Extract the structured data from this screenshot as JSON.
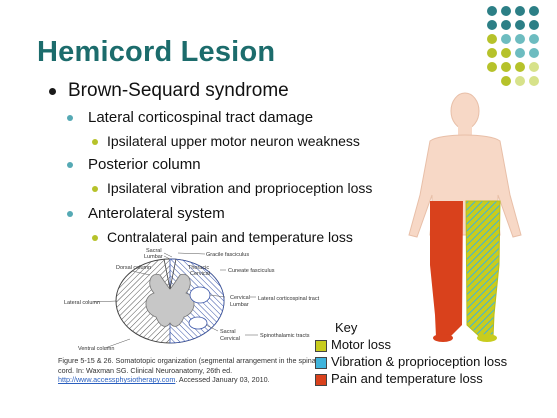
{
  "slide": {
    "title": "Hemicord Lesion",
    "bullets": [
      {
        "level": 1,
        "text": "Brown-Sequard syndrome"
      },
      {
        "level": 2,
        "text": "Lateral corticospinal tract damage"
      },
      {
        "level": 3,
        "text": "Ipsilateral upper motor neuron weakness"
      },
      {
        "level": 2,
        "text": "Posterior column"
      },
      {
        "level": 3,
        "text": "Ipsilateral vibration and proprioception loss"
      },
      {
        "level": 2,
        "text": "Anterolateral system"
      },
      {
        "level": 3,
        "text": "Contralateral pain and temperature loss"
      }
    ]
  },
  "cord_figure": {
    "labels": {
      "sacral_top": "Sacral",
      "lumbar_top": "Lumbar",
      "gracile": "Gracile fasciculus",
      "dorsal_column": "Dorsal column",
      "thoracic": "Thoracic",
      "cervical_top": "Cervical",
      "cuneate": "Cuneate fasciculus",
      "lateral_column": "Lateral column",
      "cervical_mid": "Cervical",
      "lumbar_mid": "Lumbar",
      "lateral_cst": "Lateral corticospinal tract",
      "sacral_bottom": "Sacral",
      "cervical_bottom": "Cervical",
      "spinothalamic": "Spinothalamic tracts",
      "ventral_column": "Ventral column"
    }
  },
  "caption": {
    "line1": "Figure 5-15 & 26. Somatotopic organization (segmental arrangement in the spinal cord. In: Waxman SG. Clinical Neuroanatomy, 26th ed.",
    "link": "http://www.accessphysiotherapy.com",
    "line2": ". Accessed January 03, 2010."
  },
  "key": {
    "title": "Key",
    "items": [
      {
        "label": "Motor loss",
        "color": "#c8cc1e"
      },
      {
        "label": "Vibration & proprioception loss",
        "color": "#3fb4dc"
      },
      {
        "label": "Pain and temperature loss",
        "color": "#d9411c"
      }
    ]
  },
  "colors": {
    "title": "#1c6c6c",
    "teal_dot": "#2c7f86",
    "light_teal_dot": "#6dbcc0",
    "olive_dot": "#b6c22a",
    "pale_dot": "#d7e28a",
    "skin": "#f7d8c6"
  }
}
